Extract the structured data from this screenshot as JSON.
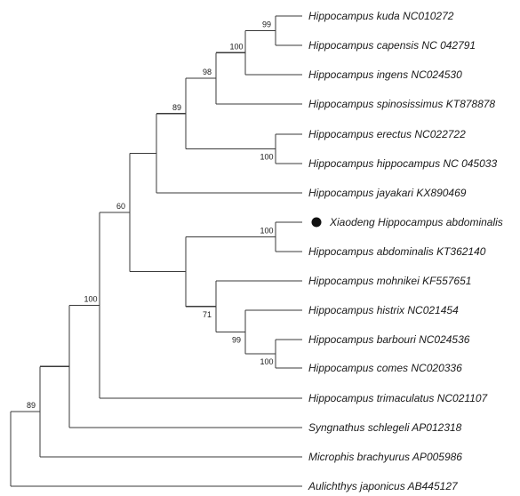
{
  "tree": {
    "taxa": [
      {
        "id": "kuda",
        "label": "Hippocampus kuda NC010272"
      },
      {
        "id": "capensis",
        "label": "Hippocampus capensis NC 042791"
      },
      {
        "id": "ingens",
        "label": "Hippocampus ingens NC024530"
      },
      {
        "id": "spinosissimus",
        "label": "Hippocampus spinosissimus KT878878"
      },
      {
        "id": "erectus",
        "label": "Hippocampus erectus NC022722"
      },
      {
        "id": "hippocampus",
        "label": "Hippocampus hippocampus NC 045033"
      },
      {
        "id": "jayakari",
        "label": "Hippocampus jayakari KX890469"
      },
      {
        "id": "xiaodeng",
        "label": "Xiaodeng Hippocampus abdominalis",
        "highlight": true
      },
      {
        "id": "abdominalis",
        "label": "Hippocampus abdominalis KT362140"
      },
      {
        "id": "mohnikei",
        "label": "Hippocampus mohnikei KF557651"
      },
      {
        "id": "histrix",
        "label": "Hippocampus histrix NC021454"
      },
      {
        "id": "barbouri",
        "label": "Hippocampus barbouri NC024536"
      },
      {
        "id": "comes",
        "label": "Hippocampus comes NC020336"
      },
      {
        "id": "trimaculatus",
        "label": "Hippocampus trimaculatus NC021107"
      },
      {
        "id": "schlegeli",
        "label": "Syngnathus schlegeli AP012318"
      },
      {
        "id": "brachyurus",
        "label": "Microphis brachyurus AP005986"
      },
      {
        "id": "japonicus",
        "label": "Aulichthys japonicus AB445127"
      }
    ],
    "supports": {
      "kuda_capensis": "99",
      "kuda_ingens": "100",
      "clade_spinosissimus": "98",
      "clade_erectus": "89",
      "erectus_hippocampus": "100",
      "clade_60": "60",
      "xiaodeng_abdominalis": "100",
      "mohnikei_clade": "71",
      "histrix_clade": "99",
      "barbouri_comes": "100",
      "hippocampus_genus": "100",
      "syngnathidae": "89"
    }
  }
}
